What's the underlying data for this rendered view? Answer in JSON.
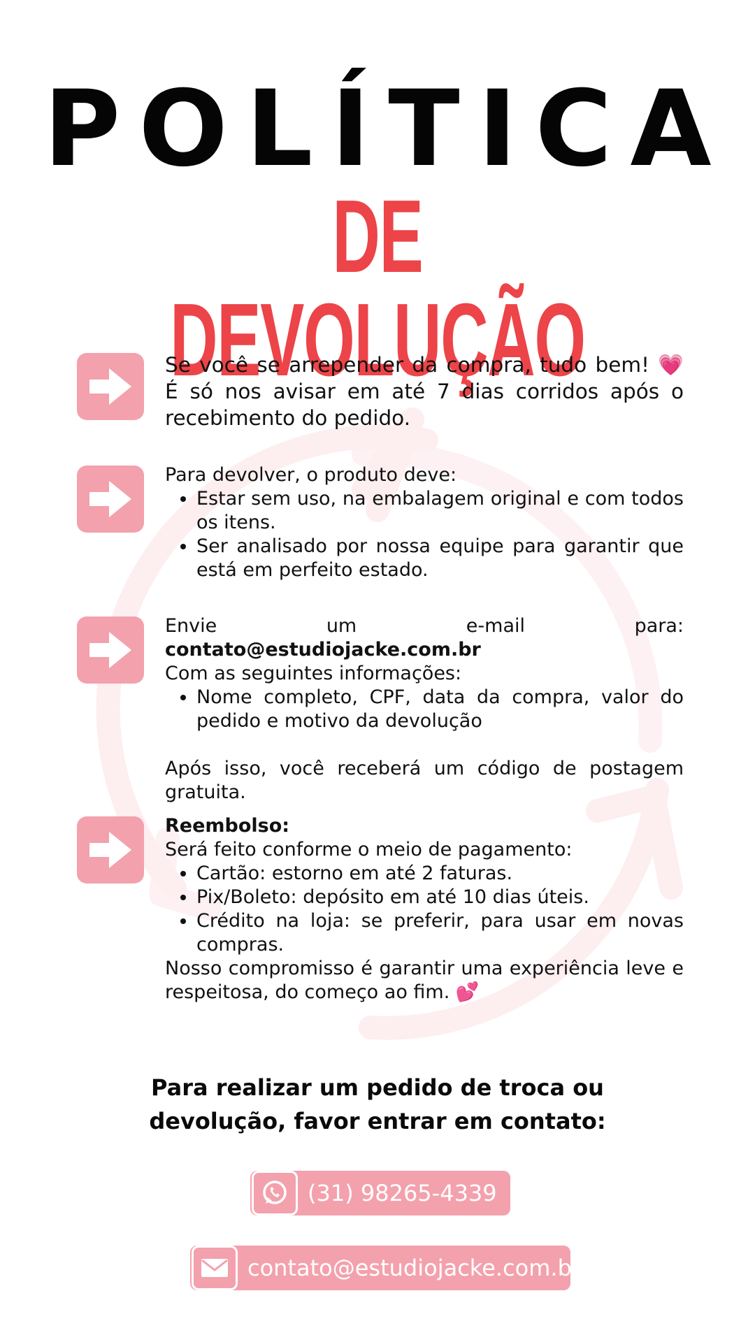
{
  "header": {
    "title_line1": "POLÍTICA",
    "title_line2": "DE DEVOLUÇÃO"
  },
  "section1": {
    "text": "Se você se arrepender da compra, tudo bem! 💗 É só nos avisar em até 7 dias corridos após o recebimento do pedido."
  },
  "section2": {
    "intro": "Para devolver, o produto deve:",
    "bullets": [
      "Estar sem uso, na embalagem original e com todos os itens.",
      "Ser analisado por nossa equipe para garantir que está em perfeito estado."
    ]
  },
  "section3": {
    "email_prefix": "Envie um e-mail para: ",
    "email": "contato@estudiojacke.com.br",
    "intro": "Com as seguintes informações:",
    "bullets": [
      "Nome completo, CPF, data da compra, valor do pedido e motivo da devolução"
    ],
    "after": "Após isso, você receberá um código de postagem gratuita."
  },
  "section4": {
    "heading": "Reembolso:",
    "intro": "Será feito conforme o meio de pagamento:",
    "bullets": [
      "Cartão: estorno em até 2 faturas.",
      "Pix/Boleto: depósito em até 10 dias úteis.",
      "Crédito na loja: se preferir, para usar em novas compras."
    ],
    "closing": "Nosso compromisso é garantir uma experiência leve e respeitosa, do começo ao fim. 💕"
  },
  "cta": {
    "line1": "Para realizar um pedido de troca ou",
    "line2": "devolução, favor entrar em contato:"
  },
  "contacts": {
    "phone": "(31) 98265-4339",
    "email": "contato@estudiojacke.com.br"
  },
  "icons": {
    "arrow": "arrow-right-icon",
    "whatsapp": "whatsapp-icon",
    "mail": "mail-icon",
    "background": "cycle-arrows-icon"
  },
  "colors": {
    "accent": "#ec4448",
    "pink": "#f3a1ad",
    "watermark": "#fdeef0",
    "text": "#111111"
  }
}
